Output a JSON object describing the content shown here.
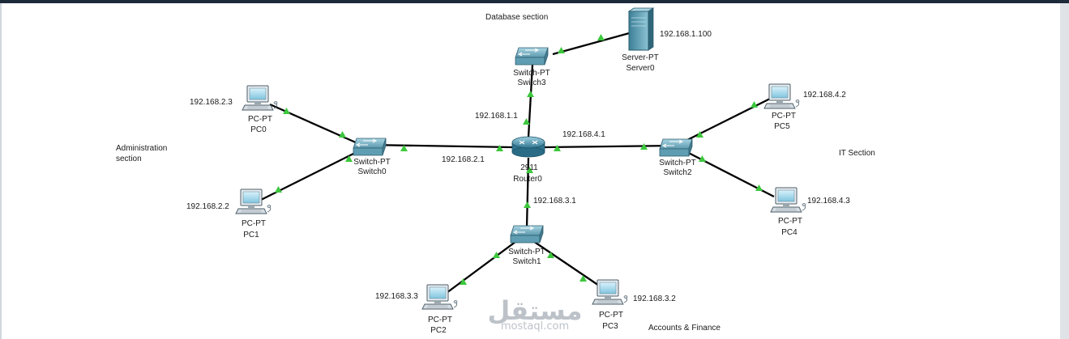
{
  "sections": {
    "administration_line1": "Administration",
    "administration_line2": "section",
    "database": "Database section",
    "it": "IT Section",
    "accounts": "Accounts & Finance"
  },
  "devices": {
    "router": {
      "model": "2911",
      "name": "Router0"
    },
    "server": {
      "model": "Server-PT",
      "name": "Server0",
      "ip": "192.168.1.100"
    },
    "switch0": {
      "model": "Switch-PT",
      "name": "Switch0"
    },
    "switch1": {
      "model": "Switch-PT",
      "name": "Switch1"
    },
    "switch2": {
      "model": "Switch-PT",
      "name": "Switch2"
    },
    "switch3": {
      "model": "Switch-PT",
      "name": "Switch3"
    },
    "pc0": {
      "model": "PC-PT",
      "name": "PC0",
      "ip": "192.168.2.3"
    },
    "pc1": {
      "model": "PC-PT",
      "name": "PC1",
      "ip": "192.168.2.2"
    },
    "pc2": {
      "model": "PC-PT",
      "name": "PC2",
      "ip": "192.168.3.3"
    },
    "pc3": {
      "model": "PC-PT",
      "name": "PC3",
      "ip": "192.168.3.2"
    },
    "pc4": {
      "model": "PC-PT",
      "name": "PC4",
      "ip": "192.168.4.3"
    },
    "pc5": {
      "model": "PC-PT",
      "name": "PC5",
      "ip": "192.168.4.2"
    }
  },
  "router_interfaces": {
    "to_switch3": "192.168.1.1",
    "to_switch0": "192.168.2.1",
    "to_switch2": "192.168.4.1",
    "to_switch1": "192.168.3.1"
  },
  "watermark": {
    "arabic": "مستقل",
    "latin": "mostaql.com"
  },
  "colors": {
    "link": "#000000",
    "link_up": "#3cc73c",
    "device_body": "#4f8fa8",
    "device_top": "#8cc6d8",
    "router_body": "#3e87a3"
  }
}
